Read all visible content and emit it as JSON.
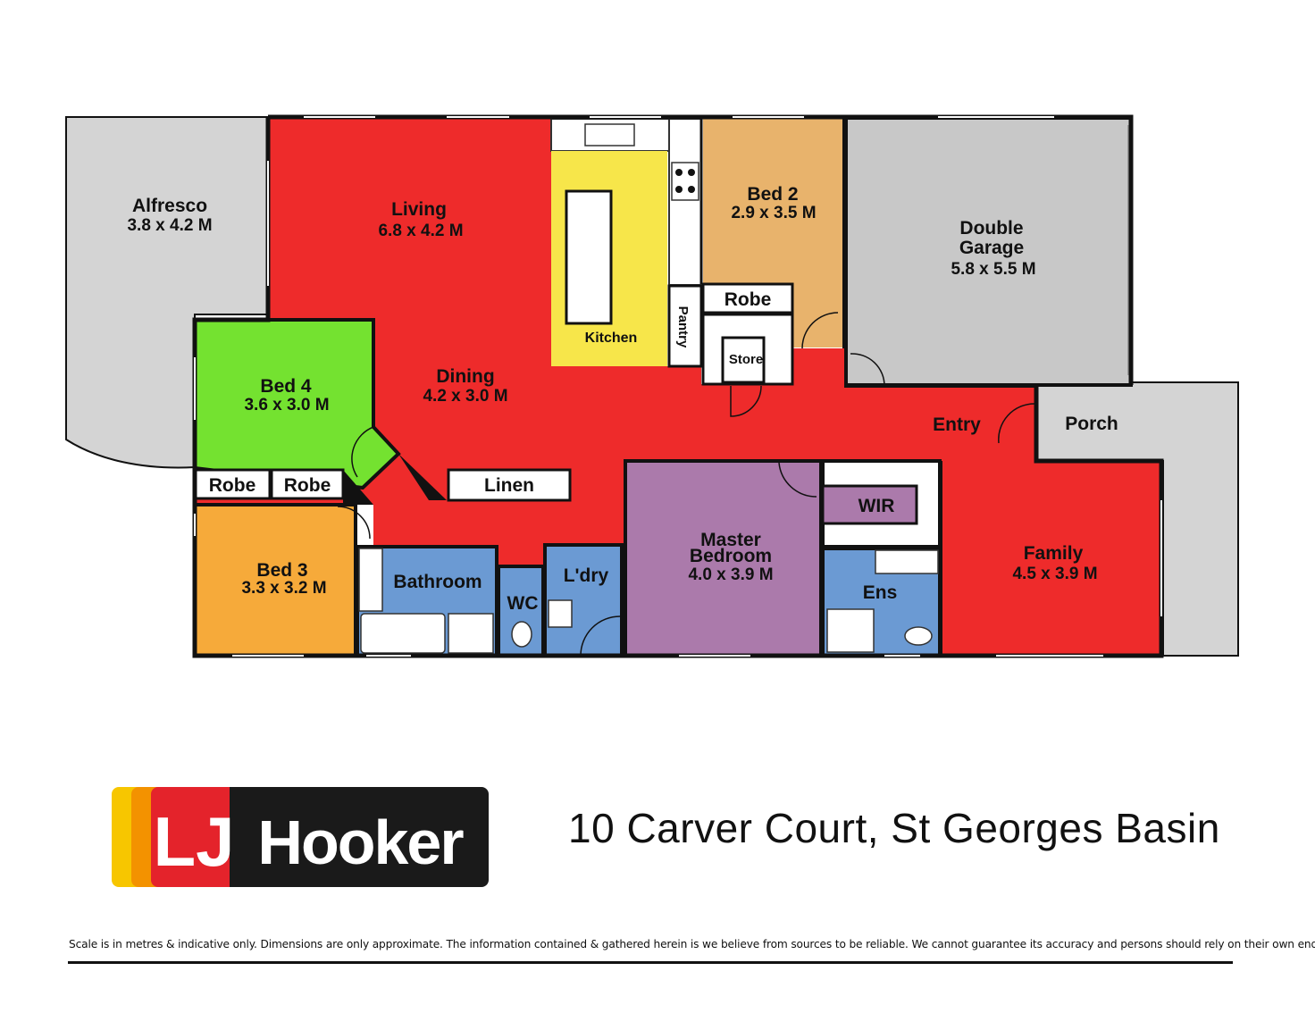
{
  "rooms": {
    "alfresco": {
      "name": "Alfresco",
      "dims": "3.8 x 4.2 M"
    },
    "living": {
      "name": "Living",
      "dims": "6.8 x 4.2 M"
    },
    "kitchen": {
      "name": "Kitchen"
    },
    "pantry": {
      "name": "Pantry"
    },
    "bed2": {
      "name": "Bed 2",
      "dims": "2.9 x 3.5 M"
    },
    "robe_bed2": {
      "name": "Robe"
    },
    "store": {
      "name": "Store"
    },
    "garage": {
      "name_line1": "Double",
      "name_line2": "Garage",
      "dims": "5.8 x 5.5 M"
    },
    "bed4": {
      "name": "Bed 4",
      "dims": "3.6 x 3.0 M"
    },
    "dining": {
      "name": "Dining",
      "dims": "4.2 x 3.0 M"
    },
    "entry": {
      "name": "Entry"
    },
    "porch": {
      "name": "Porch"
    },
    "robe_a": {
      "name": "Robe"
    },
    "robe_b": {
      "name": "Robe"
    },
    "linen": {
      "name": "Linen"
    },
    "bed3": {
      "name": "Bed 3",
      "dims": "3.3 x 3.2 M"
    },
    "bathroom": {
      "name": "Bathroom"
    },
    "wc": {
      "name": "WC"
    },
    "laundry": {
      "name": "L'dry"
    },
    "master": {
      "name_line1": "Master",
      "name_line2": "Bedroom",
      "dims": "4.0 x 3.9 M"
    },
    "wir": {
      "name": "WIR"
    },
    "ensuite": {
      "name": "Ens"
    },
    "family": {
      "name": "Family",
      "dims": "4.5 x 3.9 M"
    }
  },
  "colors": {
    "living": "#ee2b2b",
    "outdoor": "#d4d4d4",
    "garage": "#c8c8c8",
    "kitchen": "#f7e64a",
    "bed2": "#e8b36c",
    "bed4": "#74e230",
    "bed3": "#f6aa3a",
    "wet": "#6b9ad3",
    "master": "#ab7aab",
    "wall": "#111111"
  },
  "logo": {
    "left_text": "LJ",
    "right_text": "Hooker",
    "stripes": [
      "#f7c600",
      "#f39200",
      "#e4232b"
    ]
  },
  "address": "10 Carver Court, St Georges Basin",
  "disclaimer": "Scale is in metres & indicative only. Dimensions are only approximate. The information contained & gathered herein is we believe from sources to be reliable. We cannot guarantee its accuracy and persons should rely on their own enquiries."
}
